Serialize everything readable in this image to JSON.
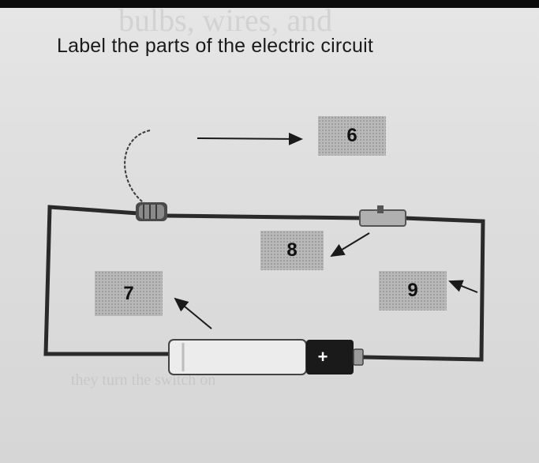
{
  "worksheet": {
    "title": "Label the parts of the electric circuit",
    "labels": [
      "6",
      "7",
      "8",
      "9"
    ],
    "battery_sign": "+"
  }
}
